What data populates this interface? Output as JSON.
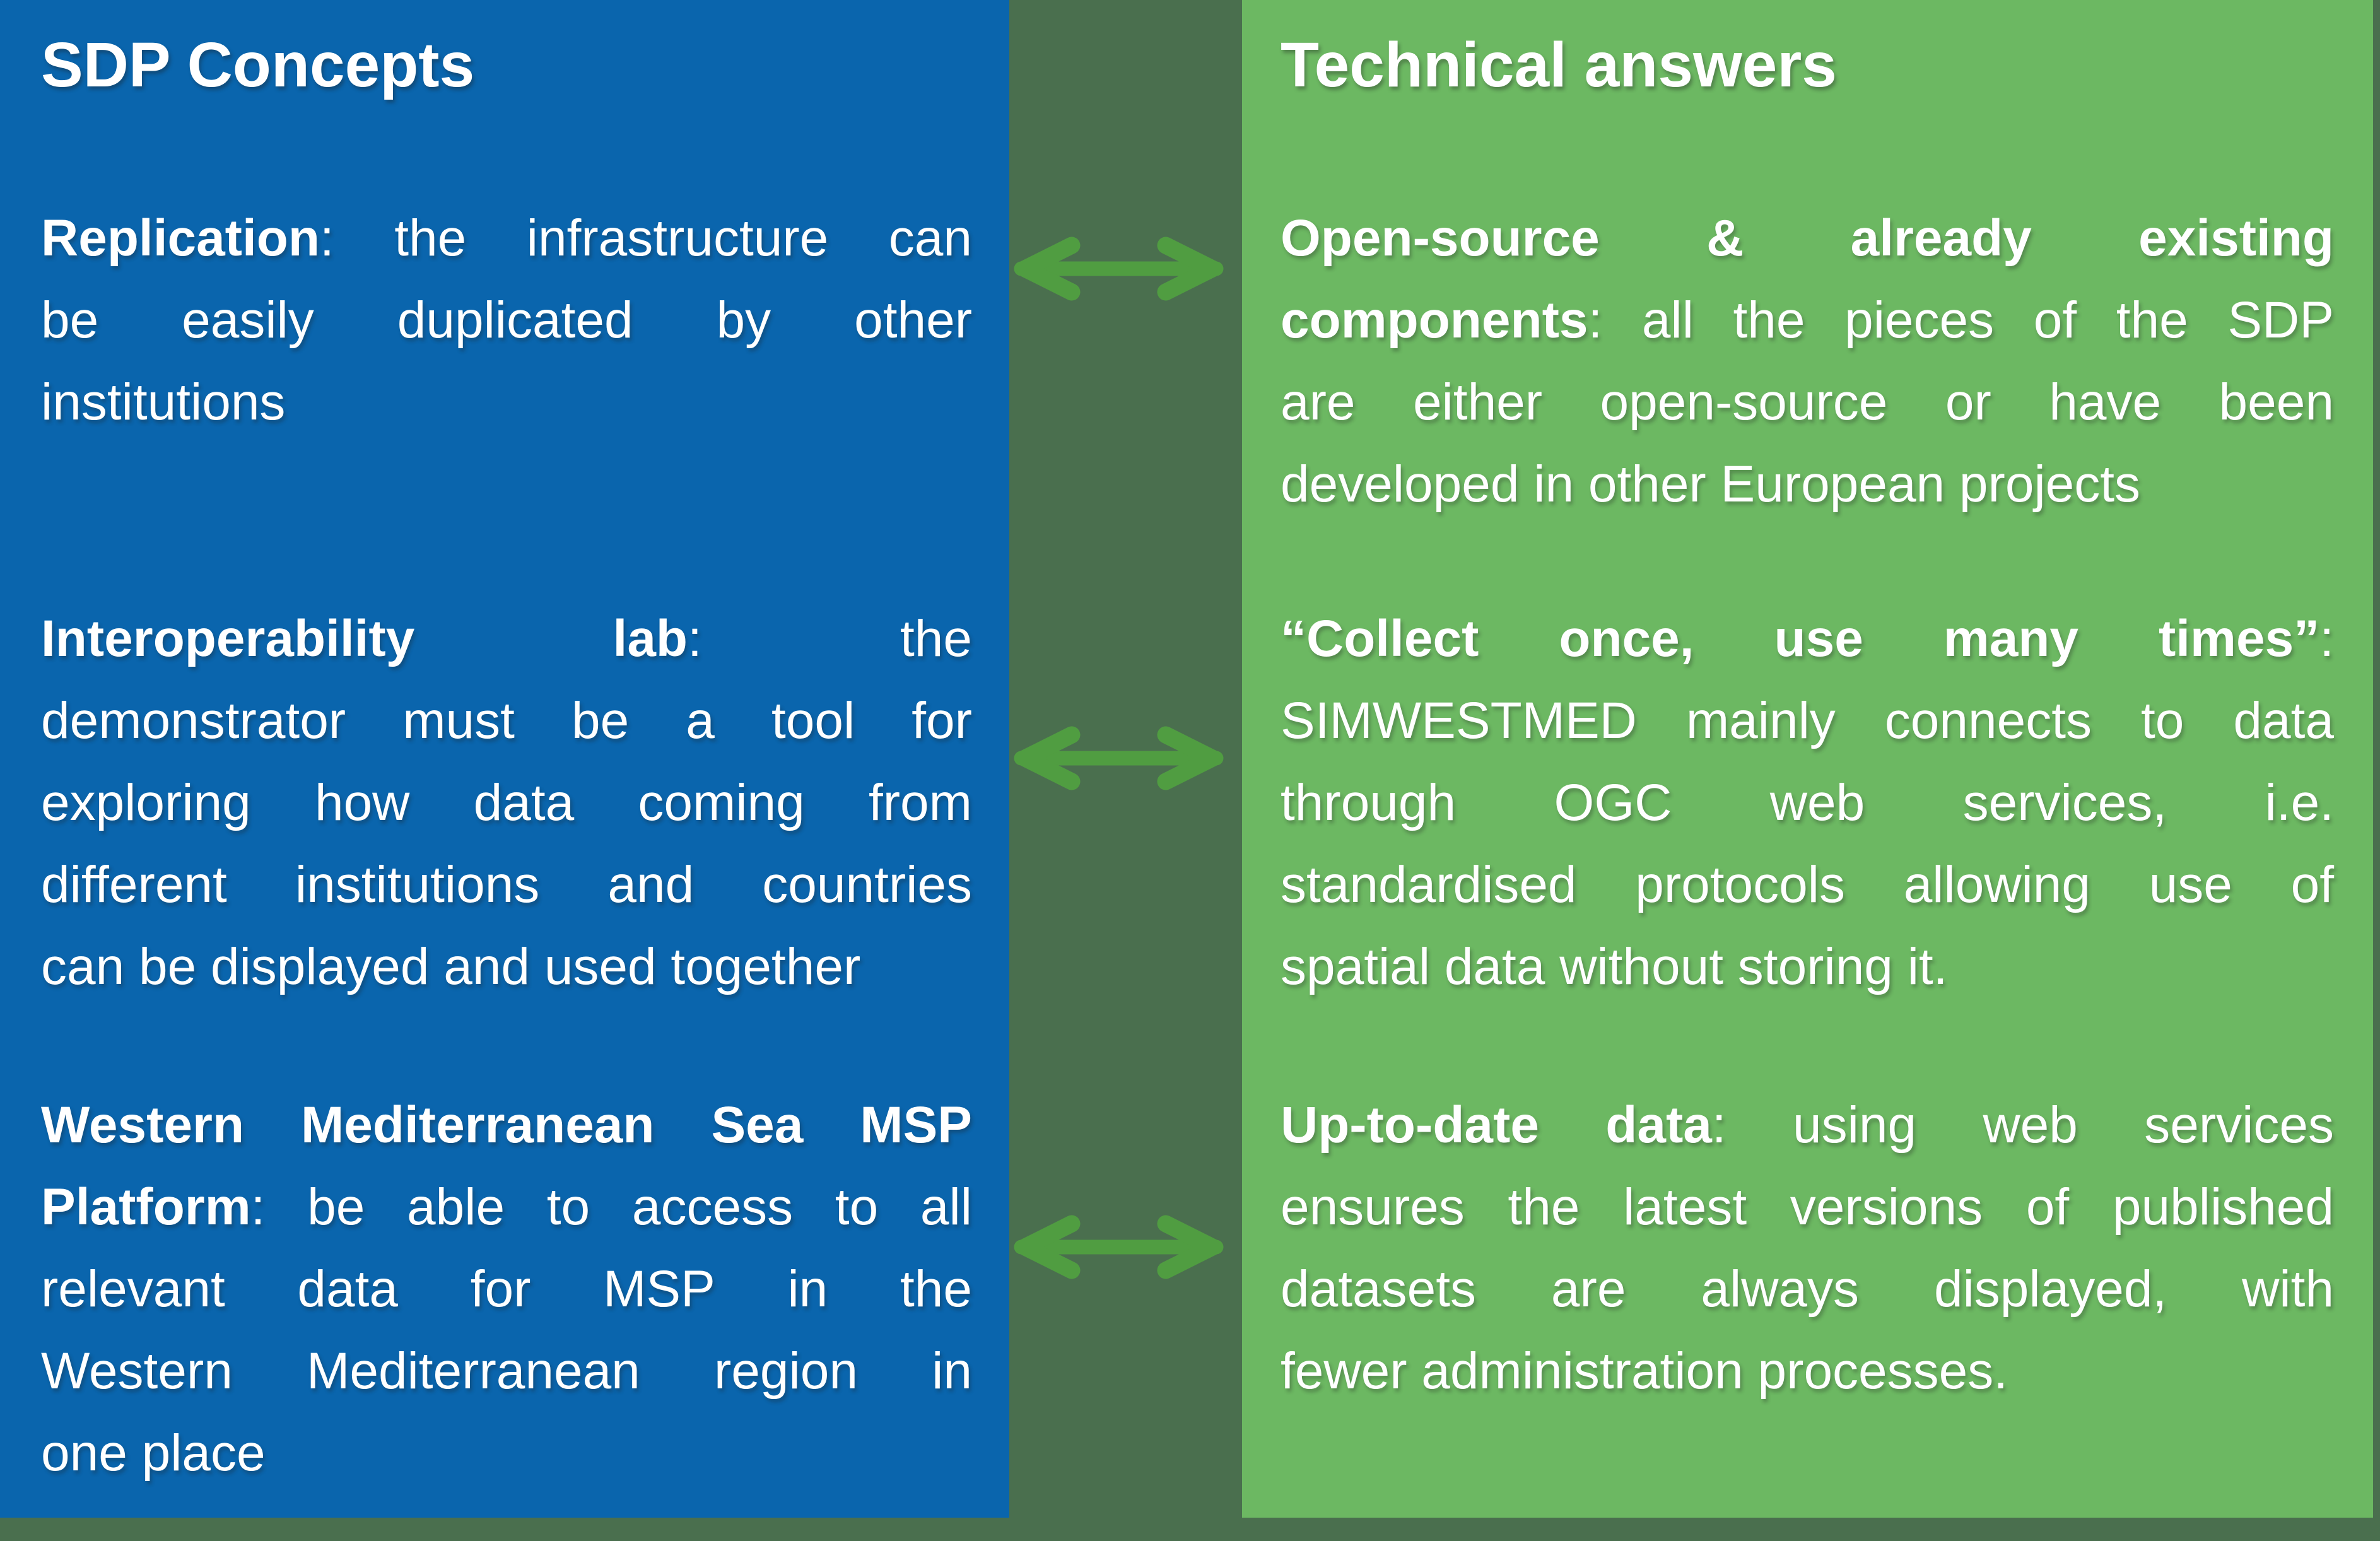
{
  "page": {
    "background_color": "#4a6f4e"
  },
  "panels": [
    {
      "side": "left",
      "color": "#0a65ad",
      "title": "SDP Concepts",
      "paragraphs": [
        {
          "lines": [
            {
              "j": true,
              "s": [
                {
                  "t": "Replication",
                  "b": true
                },
                {
                  "t": ": the infrastructure can",
                  "b": false
                }
              ]
            },
            {
              "j": true,
              "s": [
                {
                  "t": "be easily duplicated by other",
                  "b": false
                }
              ]
            },
            {
              "j": false,
              "s": [
                {
                  "t": "institutions",
                  "b": false
                }
              ]
            }
          ]
        },
        {
          "lines": [
            {
              "j": true,
              "s": [
                {
                  "t": "Interoperability lab",
                  "b": true
                },
                {
                  "t": ": the",
                  "b": false
                }
              ]
            },
            {
              "j": true,
              "s": [
                {
                  "t": "demonstrator must be a tool for",
                  "b": false
                }
              ]
            },
            {
              "j": true,
              "s": [
                {
                  "t": "exploring how data coming from",
                  "b": false
                }
              ]
            },
            {
              "j": true,
              "s": [
                {
                  "t": "different institutions and countries",
                  "b": false
                }
              ]
            },
            {
              "j": false,
              "s": [
                {
                  "t": "can be displayed and used together",
                  "b": false
                }
              ]
            }
          ]
        },
        {
          "lines": [
            {
              "j": true,
              "s": [
                {
                  "t": "Western Mediterranean Sea MSP",
                  "b": true
                }
              ]
            },
            {
              "j": true,
              "s": [
                {
                  "t": "Platform",
                  "b": true
                },
                {
                  "t": ": be able to access to all",
                  "b": false
                }
              ]
            },
            {
              "j": true,
              "s": [
                {
                  "t": "relevant data for MSP in the",
                  "b": false
                }
              ]
            },
            {
              "j": true,
              "s": [
                {
                  "t": "Western Mediterranean region in",
                  "b": false
                }
              ]
            },
            {
              "j": false,
              "s": [
                {
                  "t": "one place",
                  "b": false
                }
              ]
            }
          ]
        }
      ]
    },
    {
      "side": "right",
      "color": "#6cb862",
      "title": "Technical answers",
      "paragraphs": [
        {
          "lines": [
            {
              "j": true,
              "s": [
                {
                  "t": "Open-source & already existing",
                  "b": true
                }
              ]
            },
            {
              "j": true,
              "s": [
                {
                  "t": "components",
                  "b": true
                },
                {
                  "t": ": all the pieces of the SDP",
                  "b": false
                }
              ]
            },
            {
              "j": true,
              "s": [
                {
                  "t": "are either open-source or have been",
                  "b": false
                }
              ]
            },
            {
              "j": false,
              "s": [
                {
                  "t": "developed in other European projects",
                  "b": false
                }
              ]
            }
          ]
        },
        {
          "lines": [
            {
              "j": true,
              "s": [
                {
                  "t": "“Collect once, use many times”",
                  "b": true
                },
                {
                  "t": ":",
                  "b": false
                }
              ]
            },
            {
              "j": true,
              "s": [
                {
                  "t": "SIMWESTMED mainly connects to data",
                  "b": false
                }
              ]
            },
            {
              "j": true,
              "s": [
                {
                  "t": "through OGC web services, i.e.",
                  "b": false
                }
              ]
            },
            {
              "j": true,
              "s": [
                {
                  "t": "standardised protocols allowing use of",
                  "b": false
                }
              ]
            },
            {
              "j": false,
              "s": [
                {
                  "t": "spatial data without storing it.",
                  "b": false
                }
              ]
            }
          ]
        },
        {
          "lines": [
            {
              "j": true,
              "s": [
                {
                  "t": "Up-to-date data",
                  "b": true
                },
                {
                  "t": ":  using web services",
                  "b": false
                }
              ]
            },
            {
              "j": true,
              "s": [
                {
                  "t": "ensures the latest versions of published",
                  "b": false
                }
              ]
            },
            {
              "j": true,
              "s": [
                {
                  "t": "datasets are always displayed, with",
                  "b": false
                }
              ]
            },
            {
              "j": false,
              "s": [
                {
                  "t": "fewer administration processes.",
                  "b": false
                }
              ]
            }
          ]
        }
      ]
    }
  ],
  "arrows": {
    "color": "#509d41",
    "count": 3
  }
}
